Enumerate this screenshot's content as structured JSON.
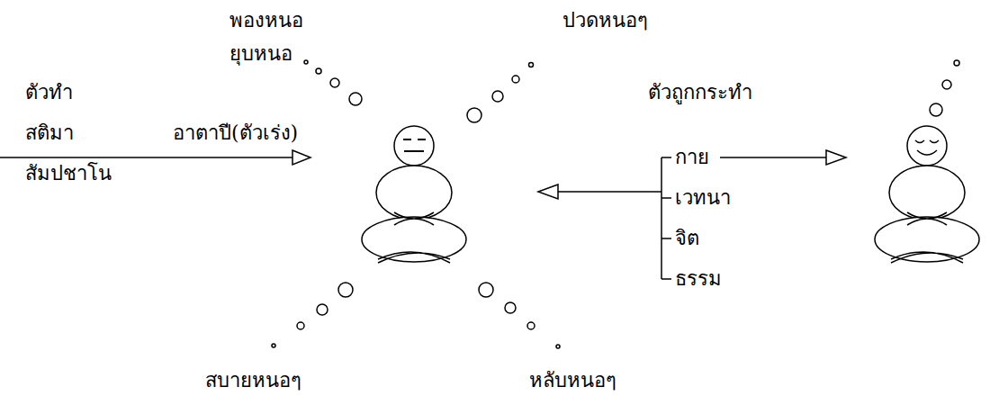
{
  "diagram": {
    "labels": [
      "พองหนอ",
      "ยุบหนอ",
      "ปวดหนอๆ",
      "ตัวทำ",
      "สติมา",
      "อาตาปี(ตัวเร่ง)",
      "สัมปชาโน",
      "ตัวถูกกระทำ",
      "กาย",
      "เวทนา",
      "จิต",
      "ธรรม",
      "สบายหนอๆ",
      "หลับหนอๆ"
    ]
  }
}
